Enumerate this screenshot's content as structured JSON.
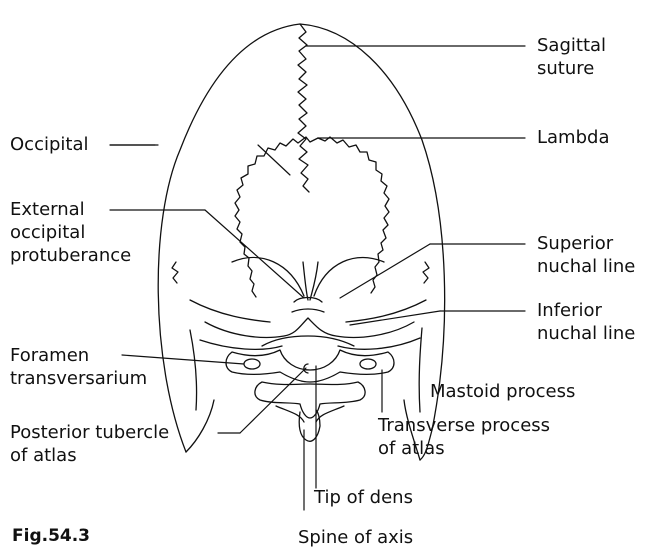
{
  "figure_label": "Fig.54.3",
  "labels": {
    "sagittal_suture": [
      "Sagittal",
      "suture"
    ],
    "occipital": [
      "Occipital"
    ],
    "lambda": [
      "Lambda"
    ],
    "external_occipital_protuberance": [
      "External",
      "occipital",
      "protuberance"
    ],
    "superior_nuchal_line": [
      "Superior",
      "nuchal line"
    ],
    "inferior_nuchal_line": [
      "Inferior",
      "nuchal line"
    ],
    "foramen_transversarium": [
      "Foramen",
      "transversarium"
    ],
    "mastoid_process": [
      "Mastoid process"
    ],
    "posterior_tubercle_of_atlas": [
      "Posterior tubercle",
      "of atlas"
    ],
    "transverse_process_of_atlas": [
      "Transverse process",
      "of atlas"
    ],
    "tip_of_dens": [
      "Tip of dens"
    ],
    "spine_of_axis": [
      "Spine of axis"
    ]
  },
  "colors": {
    "ink": "#111111",
    "background": "#ffffff"
  }
}
